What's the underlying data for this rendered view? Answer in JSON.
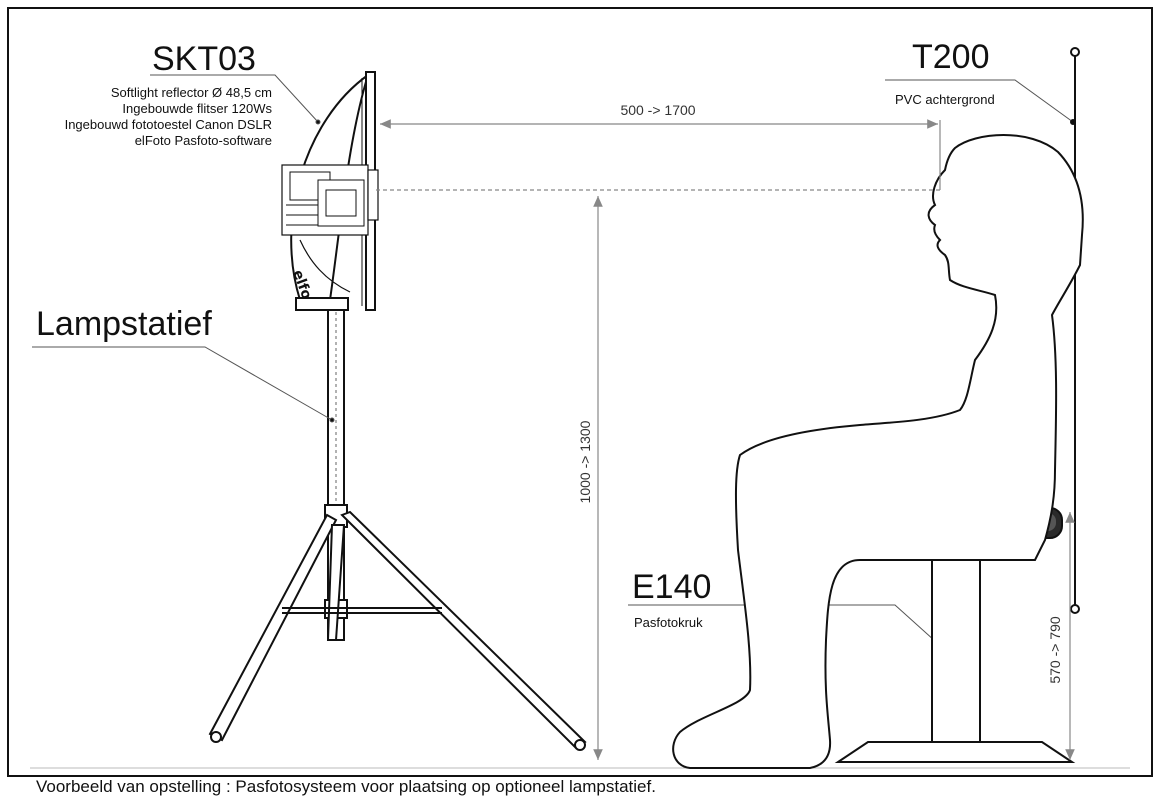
{
  "components": {
    "reflector": {
      "code": "SKT03",
      "specs": [
        "Softlight reflector Ø 48,5 cm",
        "Ingebouwde flitser 120Ws",
        "Ingebouwd fototoestel Canon DSLR",
        "elFoto Pasfoto-software"
      ]
    },
    "stand": {
      "name": "Lampstatief"
    },
    "backdrop": {
      "code": "T200",
      "desc": "PVC achtergrond"
    },
    "stool": {
      "code": "E140",
      "desc": "Pasfotokruk"
    }
  },
  "dimensions": {
    "distance": "500 -> 1700",
    "camera_height": "1000 -> 1300",
    "stool_height": "570 -> 790"
  },
  "caption": "Voorbeeld van opstelling : Pasfotosysteem voor plaatsing op optioneel lampstatief.",
  "colors": {
    "line": "#111111",
    "dimension": "#888888",
    "stool_top": "#2a2a2a"
  }
}
